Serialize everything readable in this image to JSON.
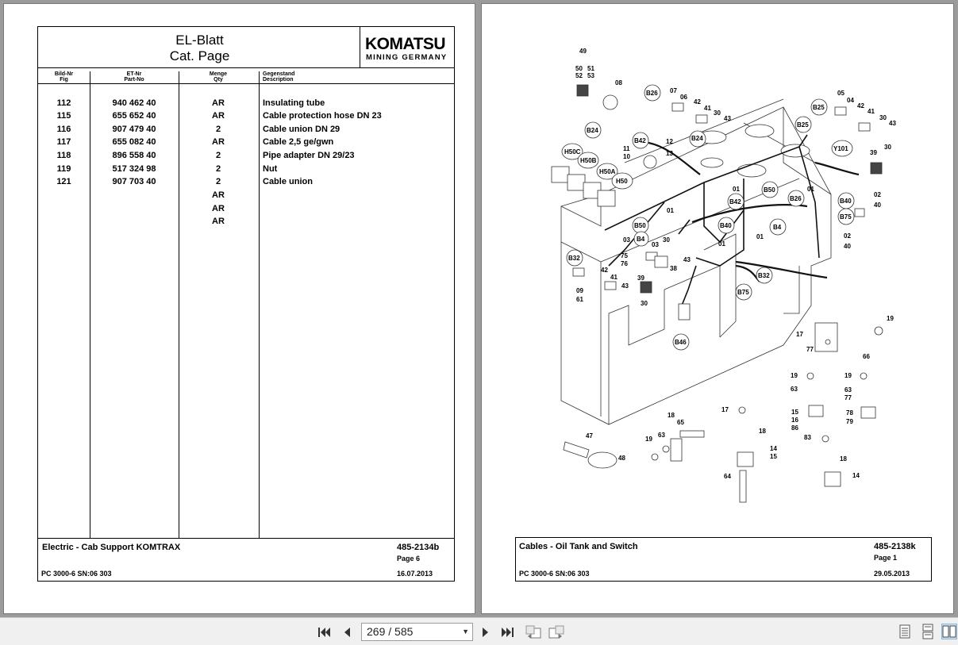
{
  "left_page": {
    "title_line1": "EL-Blatt",
    "title_line2": "Cat. Page",
    "logo": "KOMATSU",
    "logo_sub": "MINING GERMANY",
    "columns": [
      {
        "de": "Bild-Nr",
        "en": "Fig"
      },
      {
        "de": "ET-Nr",
        "en": "Part-No"
      },
      {
        "de": "Menge",
        "en": "Qty"
      },
      {
        "de": "Gegenstand",
        "en": "Description"
      }
    ],
    "rows": [
      {
        "fig": "112",
        "part": "940 462 40",
        "qty": "AR",
        "desc": "Insulating tube"
      },
      {
        "fig": "115",
        "part": "655 652 40",
        "qty": "AR",
        "desc": "Cable protection hose DN 23"
      },
      {
        "fig": "116",
        "part": "907 479 40",
        "qty": "2",
        "desc": "Cable union DN 29"
      },
      {
        "fig": "117",
        "part": "655 082 40",
        "qty": "AR",
        "desc": "Cable 2,5 ge/gwn"
      },
      {
        "fig": "118",
        "part": "896 558 40",
        "qty": "2",
        "desc": "Pipe adapter DN 29/23"
      },
      {
        "fig": "119",
        "part": "517 324 98",
        "qty": "2",
        "desc": "Nut"
      },
      {
        "fig": "121",
        "part": "907 703 40",
        "qty": "2",
        "desc": "Cable union"
      },
      {
        "fig": "",
        "part": "",
        "qty": "AR",
        "desc": ""
      },
      {
        "fig": "",
        "part": "",
        "qty": "AR",
        "desc": ""
      },
      {
        "fig": "",
        "part": "",
        "qty": "AR",
        "desc": ""
      }
    ],
    "footer": {
      "title": "Electric - Cab Support KOMTRAX",
      "doc_no": "485-2134b",
      "page": "Page 6",
      "model": "PC 3000-6 SN:06 303",
      "date": "16.07.2013"
    }
  },
  "right_page": {
    "labels": {
      "l49": "49",
      "l50": "50",
      "l51": "51",
      "l52": "52",
      "l53": "53",
      "l08": "08",
      "B26a": "B26",
      "l07": "07",
      "l06": "06",
      "l42a": "42",
      "l41a": "41",
      "l30a": "30",
      "l43a": "43",
      "l05": "05",
      "l04": "04",
      "B25a": "B25",
      "l42b": "42",
      "l41b": "41",
      "l30b": "30",
      "l43b": "43",
      "B24a": "B24",
      "B42a": "B42",
      "l12": "12",
      "l13": "13",
      "l11": "11",
      "l10": "10",
      "B24b": "B24",
      "B25b": "B25",
      "Y101": "Y101",
      "l39a": "39",
      "l30c": "30",
      "H50C": "H50C",
      "H50B": "H50B",
      "H50A": "H50A",
      "H50": "H50",
      "l01a": "01",
      "l01b": "01",
      "B42b": "B42",
      "B50a": "B50",
      "B26b": "B26",
      "l01c": "01",
      "B40a": "B40",
      "l02a": "02",
      "l40a": "40",
      "B75a": "B75",
      "l02b": "02",
      "l40b": "40",
      "B4a": "B4",
      "B40b": "B40",
      "l01d": "01",
      "B50b": "B50",
      "l03a": "03",
      "B4b": "B4",
      "l30d": "30",
      "l03b": "03",
      "l75": "75",
      "l76": "76",
      "l43c": "43",
      "l38": "38",
      "l01e": "01",
      "B32a": "B32",
      "l42c": "42",
      "l41c": "41",
      "l39b": "39",
      "l43d": "43",
      "l30e": "30",
      "l09": "09",
      "l61": "61",
      "B32b": "B32",
      "B75b": "B75",
      "B46": "B46",
      "l19a": "19",
      "l17a": "17",
      "l77a": "77",
      "l66": "66",
      "l19b": "19",
      "l63a": "63",
      "l15a": "15",
      "l16": "16",
      "l86": "86",
      "l19c": "19",
      "l63b": "63",
      "l77b": "77",
      "l78": "78",
      "l79": "79",
      "l17b": "17",
      "l18a": "18",
      "l14a": "14",
      "l15b": "15",
      "l64": "64",
      "l83": "83",
      "l18b": "18",
      "l14b": "14",
      "l47": "47",
      "l48": "48",
      "l18c": "18",
      "l65": "65",
      "l19d": "19",
      "l63c": "63"
    },
    "footer": {
      "title": "Cables - Oil Tank and Switch",
      "doc_no": "485-2138k",
      "page": "Page 1",
      "model": "PC 3000-6 SN:06 303",
      "date": "29.05.2013"
    }
  },
  "toolbar": {
    "page_value": "269 / 585"
  }
}
